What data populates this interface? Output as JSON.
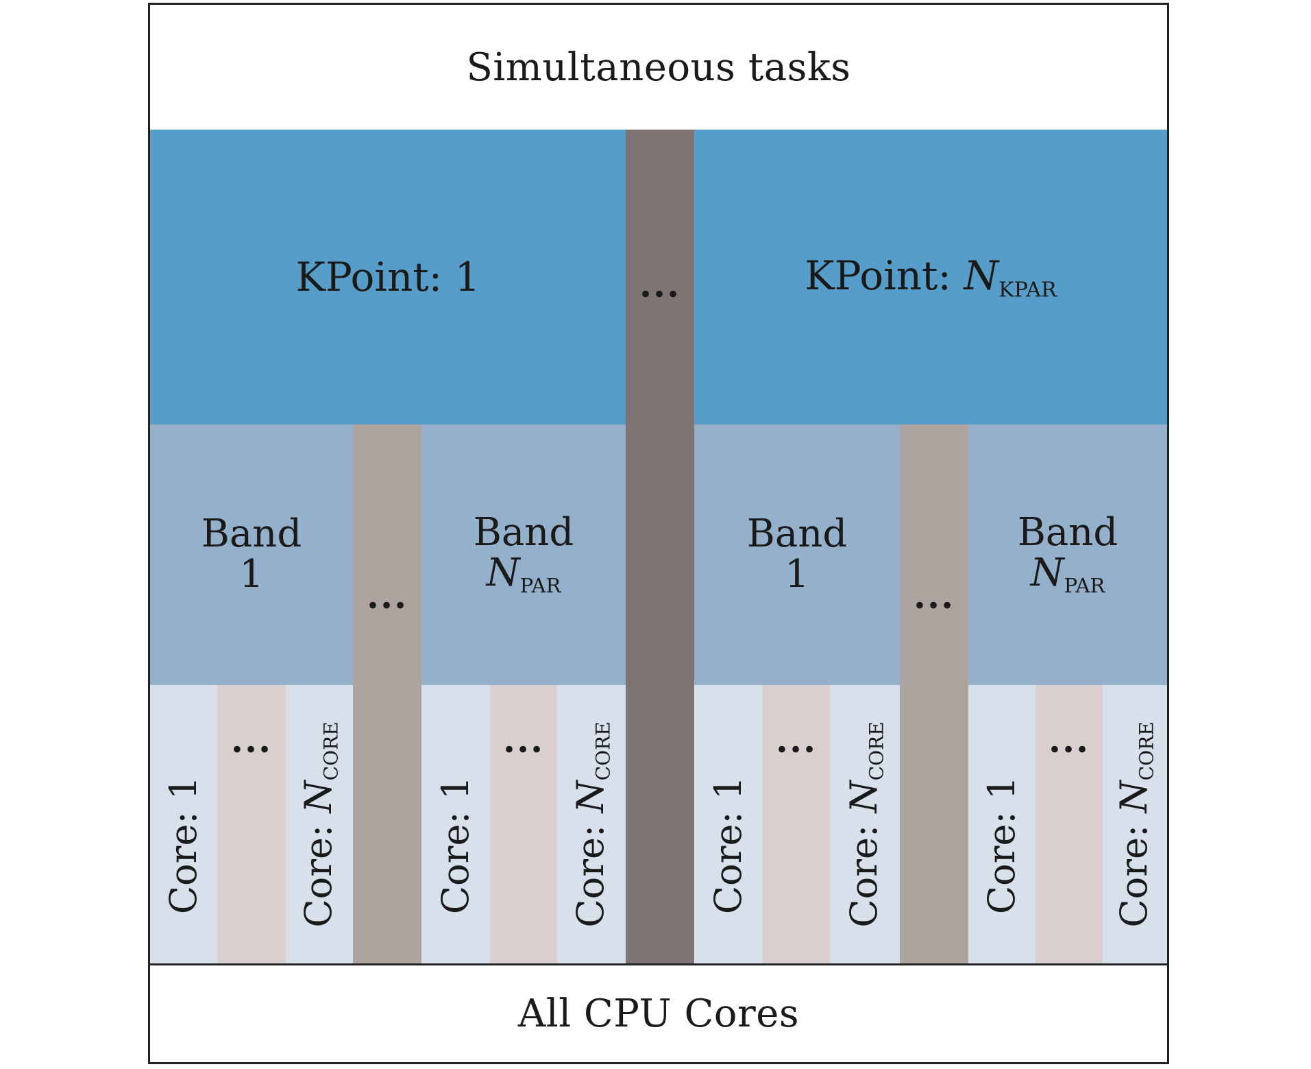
{
  "header": {
    "text": "Simultaneous tasks"
  },
  "footer": {
    "text": "All CPU Cores"
  },
  "kpoints": [
    {
      "prefix": "KPoint: ",
      "value": "1",
      "var": "",
      "sub": ""
    },
    {
      "prefix": "KPoint: ",
      "value": "",
      "var": "N",
      "sub": "KPAR"
    }
  ],
  "bands": [
    {
      "label": "Band",
      "value": "1",
      "var": "",
      "sub": ""
    },
    {
      "label": "Band",
      "value": "",
      "var": "N",
      "sub": "PAR"
    },
    {
      "label": "Band",
      "value": "1",
      "var": "",
      "sub": ""
    },
    {
      "label": "Band",
      "value": "",
      "var": "N",
      "sub": "PAR"
    }
  ],
  "cores": {
    "first": {
      "prefix": "Core: ",
      "value": "1"
    },
    "last": {
      "prefix": "Core: ",
      "var": "N",
      "sub": "CORE"
    }
  },
  "ellipsis": "...",
  "colors": {
    "kpoint_fill": "#569ec9",
    "band_fill": "#94b0cb",
    "core_fill": "#d8e0ec",
    "core_gap_fill": "#d9cfcf",
    "band_gap_fill": "#ada49f",
    "kpoint_gap_fill": "#7e7473",
    "border": "#222222"
  }
}
